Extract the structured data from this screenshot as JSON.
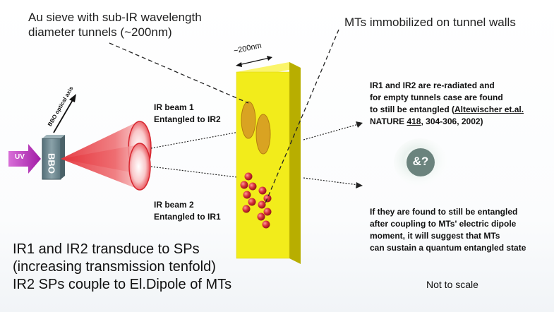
{
  "labels": {
    "sieve_line1": "Au sieve with sub-IR wavelength",
    "sieve_line2": "diameter tunnels (~200nm)",
    "mts_immobilized": "MTs immobilized on tunnel walls",
    "dimension": "~200nm",
    "bbo_axis": "BBO optical axis",
    "uv": "UV",
    "bbo": "BBO",
    "beam1_line1": "IR beam 1",
    "beam1_line2": "Entangled to IR2",
    "beam2_line1": "IR beam 2",
    "beam2_line2": "Entangled to IR1",
    "question_symbol": "&?",
    "not_to_scale": "Not to scale"
  },
  "notes": {
    "reradiated": {
      "line1": "IR1 and IR2 are re-radiated and",
      "line2": "for empty tunnels case are found",
      "line3_pre": "to still be entangled (",
      "line3_ref": "Altewischer et.al.",
      "line4_pre": "NATURE ",
      "line4_vol": "418",
      "line4_post": ", 304-306, 2002)"
    },
    "if_entangled": [
      "If they are found to still be entangled",
      "after coupling to MTs' electric dipole",
      "moment, it will suggest that MTs",
      "can sustain a quantum entangled state"
    ]
  },
  "summary_lines": [
    "IR1 and IR2 transduce to SPs",
    "(increasing transmission tenfold)",
    "IR2 SPs couple to El.Dipole of MTs"
  ],
  "colors": {
    "sieve_front": "#f2ec1b",
    "sieve_side": "#b8ae00",
    "tunnel": "#d9a322",
    "mt": "#c9262b",
    "beam": "#e4323a",
    "uv": "#bf29bf",
    "bbo": "#6e8890"
  }
}
